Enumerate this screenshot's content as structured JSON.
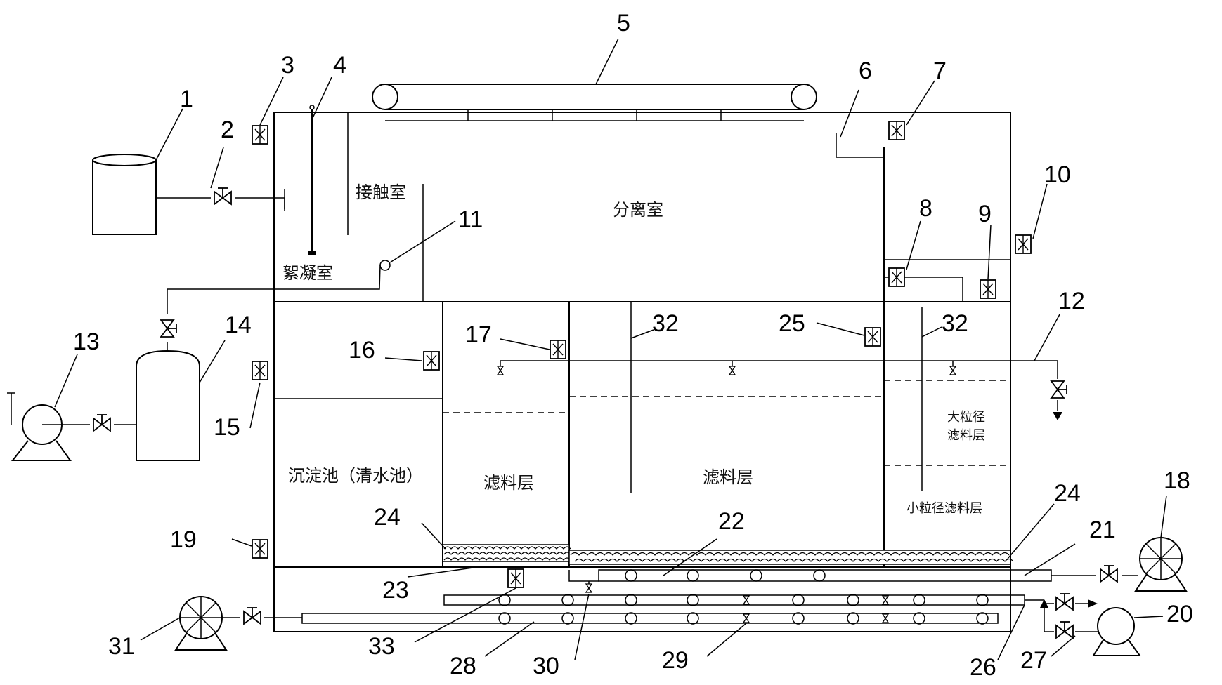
{
  "rooms": {
    "separation": "分离室",
    "contact": "接触室",
    "flocculation": "絮凝室",
    "sedimentation": "沉淀池（清水池）",
    "filter_left": "滤料层",
    "filter_middle": "滤料层",
    "filter_coarse_line1": "大粒径",
    "filter_coarse_line2": "滤料层",
    "filter_fine": "小粒径滤料层"
  },
  "labels": {
    "n1": "1",
    "n2": "2",
    "n3": "3",
    "n4": "4",
    "n5": "5",
    "n6": "6",
    "n7": "7",
    "n8": "8",
    "n9": "9",
    "n10": "10",
    "n11": "11",
    "n12": "12",
    "n13": "13",
    "n14": "14",
    "n15": "15",
    "n16": "16",
    "n17": "17",
    "n18": "18",
    "n19": "19",
    "n20": "20",
    "n21": "21",
    "n22": "22",
    "n23": "23",
    "n24a": "24",
    "n24b": "24",
    "n25": "25",
    "n26": "26",
    "n27": "27",
    "n28": "28",
    "n29": "29",
    "n30": "30",
    "n31": "31",
    "n32a": "32",
    "n32b": "32",
    "n33": "33"
  }
}
